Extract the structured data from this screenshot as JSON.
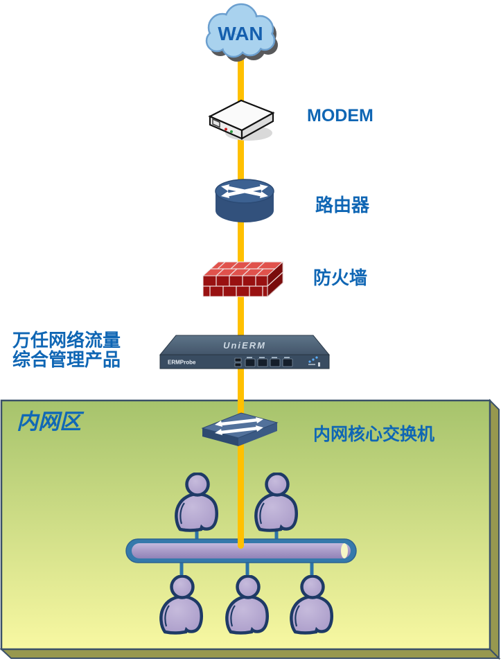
{
  "diagram": {
    "type": "network-topology",
    "zone": {
      "label": "内网区"
    },
    "nodes": {
      "wan": {
        "label": "WAN"
      },
      "modem": {
        "label": "MODEM"
      },
      "router": {
        "label": "路由器"
      },
      "firewall": {
        "label": "防火墙"
      },
      "erm_appliance": {
        "label_line1": "万任网络流量",
        "label_line2": "综合管理产品",
        "brand": "UniERM",
        "model": "ERMProbe"
      },
      "core_switch": {
        "label": "内网核心交换机"
      },
      "users": {
        "upper_count": 2,
        "lower_count": 3
      }
    },
    "colors": {
      "label_blue": "#0f66b4",
      "connection_yellow": "#FFC000",
      "cloud_fill": "#a9d2ee",
      "zone_gradient_top": "#a6c36c",
      "zone_gradient_bottom": "#f8f8a2",
      "zone_side": "#97984f",
      "lan_blue": "#2c73a8",
      "user_fill": "#b3a6cf",
      "firewall_red": "#991111",
      "router_blue": "#345a88"
    }
  }
}
